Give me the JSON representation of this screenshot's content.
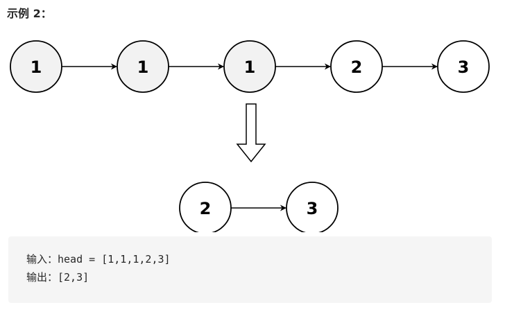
{
  "heading": "示例 2：",
  "input_list": {
    "nodes": [
      {
        "value": "1",
        "fill": "#f2f2f2"
      },
      {
        "value": "1",
        "fill": "#f2f2f2"
      },
      {
        "value": "1",
        "fill": "#f2f2f2"
      },
      {
        "value": "2",
        "fill": "#ffffff"
      },
      {
        "value": "3",
        "fill": "#ffffff"
      }
    ]
  },
  "output_list": {
    "nodes": [
      {
        "value": "2",
        "fill": "#ffffff"
      },
      {
        "value": "3",
        "fill": "#ffffff"
      }
    ]
  },
  "transform_arrow": {
    "direction": "down",
    "style": "hollow-outline"
  },
  "code_block": {
    "input_line": "输入：head = [1,1,1,2,3]",
    "output_line": "输出：[2,3]"
  },
  "colors": {
    "stroke": "#000000",
    "duplicate_fill": "#f2f2f2",
    "unique_fill": "#ffffff",
    "code_background": "#f5f5f5"
  }
}
